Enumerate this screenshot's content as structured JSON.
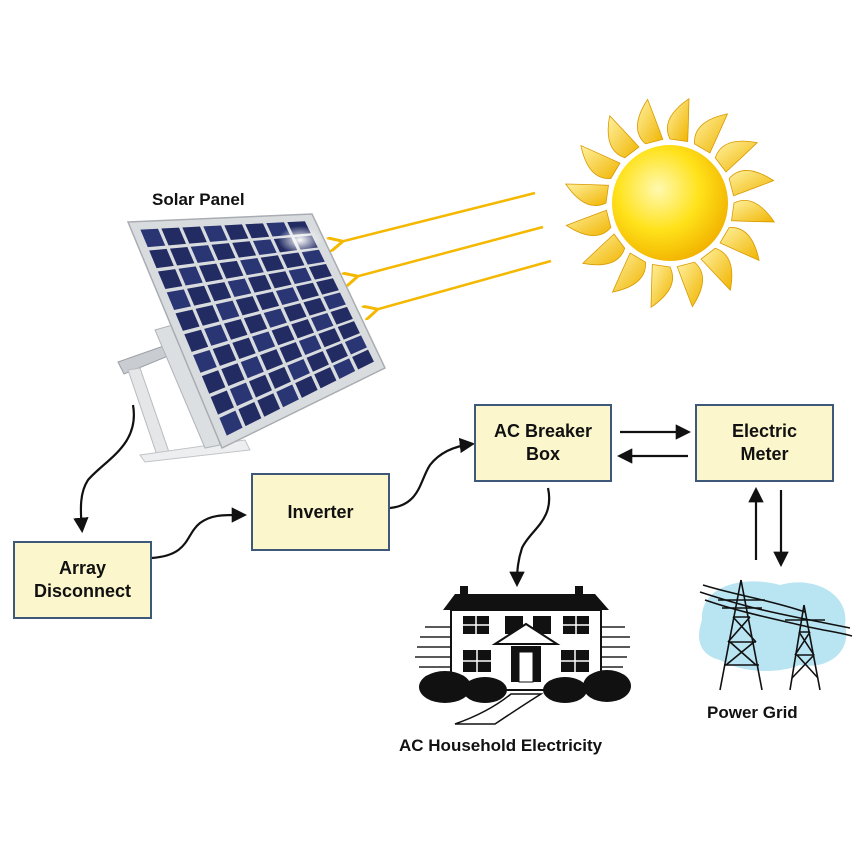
{
  "labels": {
    "solar_panel": "Solar Panel",
    "household": "AC Household Electricity",
    "power_grid": "Power Grid"
  },
  "boxes": {
    "array_disconnect": [
      "Array",
      "Disconnect"
    ],
    "inverter": [
      "Inverter"
    ],
    "ac_breaker_box": [
      "AC Breaker",
      "Box"
    ],
    "electric_meter": [
      "Electric",
      "Meter"
    ]
  },
  "colors": {
    "box_fill": "#fbf6cc",
    "box_border": "#3d5878",
    "sun": "#f7c600",
    "sun_ray": "#f5b800",
    "panel_cell": "#26306b",
    "sky_blob": "#b9e4f2"
  },
  "icons": [
    "sun-icon",
    "solar-panel-icon",
    "house-icon",
    "power-grid-icon"
  ]
}
